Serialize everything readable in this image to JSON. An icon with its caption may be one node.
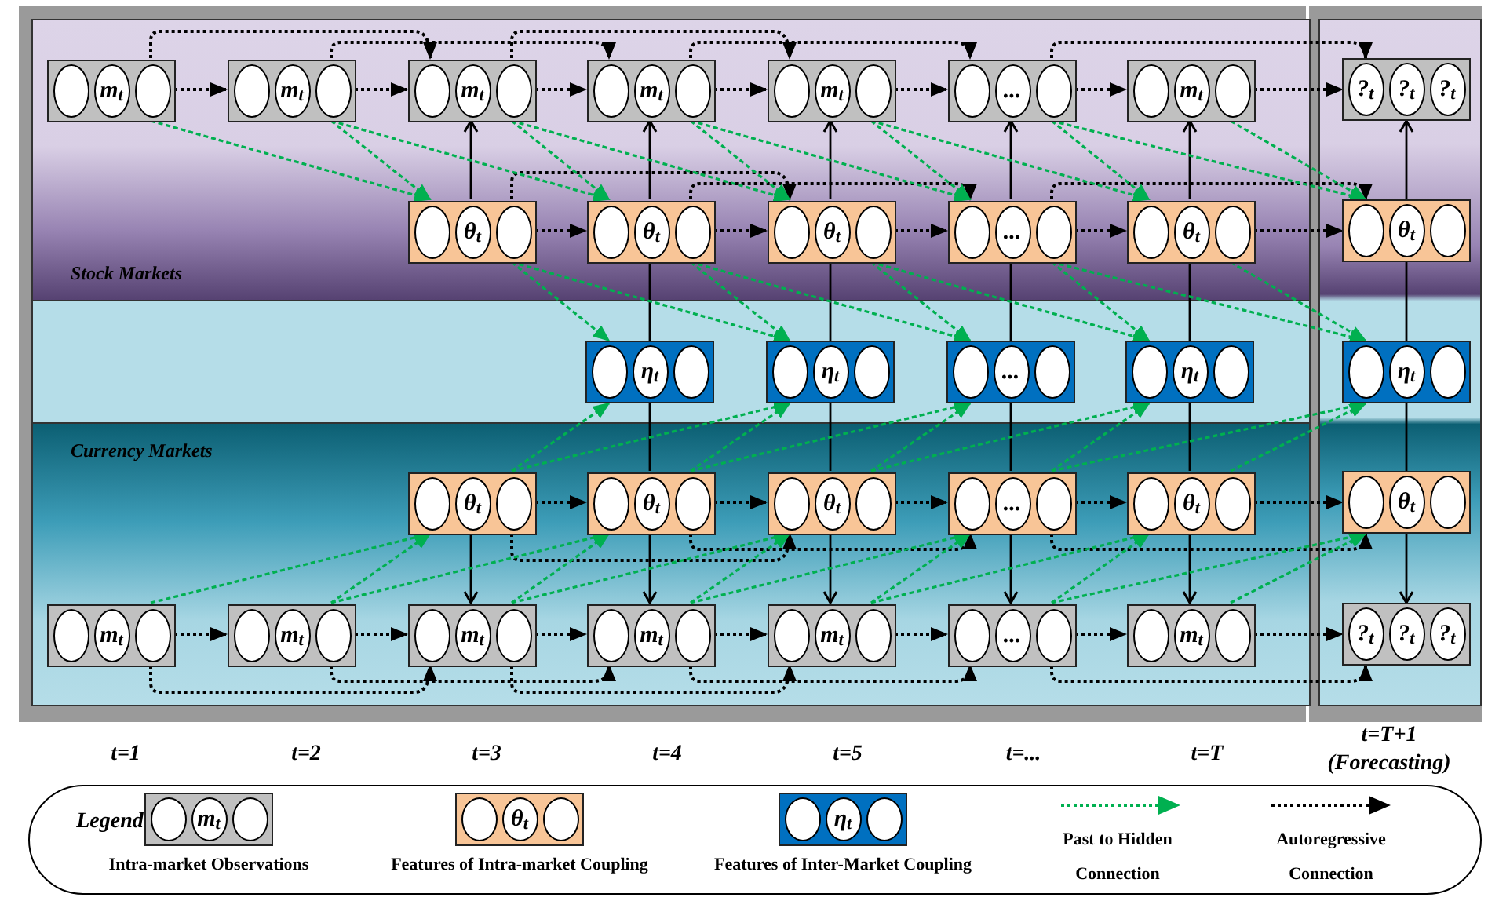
{
  "diagram": {
    "nodes": [
      {
        "text": [
          "Stock Markets"
        ]
      },
      {
        "text": [
          "m$_{t}$"
        ],
        "in": 0
      },
      {
        "text": [
          "m$_{t}$"
        ],
        "in": 0
      },
      {
        "text": [
          "m$_{t}$"
        ],
        "in": 0
      },
      {
        "text": [
          "m$_{t}$"
        ],
        "in": 0
      },
      {
        "text": [
          "m$_{t}$"
        ],
        "in": 0
      },
      {
        "text": [
          "..."
        ],
        "in": 0
      },
      {
        "text": [
          "m$_{t}$"
        ],
        "in": 0
      },
      {
        "text": [
          "?$_{t}$",
          "?$_{t}$",
          "?$_{t}$"
        ]
      },
      {
        "text": [
          "θ$_{t}$"
        ],
        "in": 0
      },
      {
        "text": [
          "θ$_{t}$"
        ],
        "in": 0
      },
      {
        "text": [
          "θ$_{t}$"
        ],
        "in": 0
      },
      {
        "text": [
          "..."
        ],
        "in": 0
      },
      {
        "text": [
          "θ$_{t}$"
        ],
        "in": 0
      },
      {
        "text": [
          "θ$_{t}$"
        ]
      },
      {
        "text": [
          "η$_{t}$"
        ]
      },
      {
        "text": [
          "η$_{t}$"
        ]
      },
      {
        "text": [
          "..."
        ]
      },
      {
        "text": [
          "η$_{t}$"
        ]
      },
      {
        "text": [
          "η$_{t}$"
        ]
      },
      {
        "text": [
          "Currency Markets"
        ]
      },
      {
        "text": [
          "θ$_{t}$"
        ],
        "in": 20
      },
      {
        "text": [
          "θ$_{t}$"
        ],
        "in": 20
      },
      {
        "text": [
          "θ$_{t}$"
        ],
        "in": 20
      },
      {
        "text": [
          "..."
        ],
        "in": 20
      },
      {
        "text": [
          "θ$_{t}$"
        ],
        "in": 20
      },
      {
        "text": [
          "θ$_{t}$"
        ]
      },
      {
        "text": [
          "m$_{t}$"
        ],
        "in": 20
      },
      {
        "text": [
          "m$_{t}$"
        ],
        "in": 20
      },
      {
        "text": [
          "m$_{t}$"
        ],
        "in": 20
      },
      {
        "text": [
          "m$_{t}$"
        ],
        "in": 20
      },
      {
        "text": [
          "m$_{t}$"
        ],
        "in": 20
      },
      {
        "text": [
          "..."
        ],
        "in": 20
      },
      {
        "text": [
          "m$_{t}$"
        ],
        "in": 20
      },
      {
        "text": [
          "?$_{t}$",
          "?$_{t}$",
          "?$_{t}$"
        ]
      }
    ],
    "edges": [
      {
        "from": 1,
        "to": 2,
        "arrow": "to",
        "style": "dashed"
      },
      {
        "from": 2,
        "to": 3,
        "arrow": "to",
        "style": "dashed"
      },
      {
        "from": 3,
        "to": 4,
        "arrow": "to",
        "style": "dashed"
      },
      {
        "from": 4,
        "to": 5,
        "arrow": "to",
        "style": "dashed"
      },
      {
        "from": 5,
        "to": 6,
        "arrow": "to",
        "style": "dashed"
      },
      {
        "from": 6,
        "to": 7,
        "arrow": "to",
        "style": "dashed"
      },
      {
        "from": 7,
        "to": 8,
        "arrow": "to",
        "style": "dashed"
      },
      {
        "from": 1,
        "to": 3,
        "arrow": "to",
        "style": "dashed"
      },
      {
        "from": 2,
        "to": 4,
        "arrow": "to",
        "style": "dashed"
      },
      {
        "from": 3,
        "to": 5,
        "arrow": "to",
        "style": "dashed"
      },
      {
        "from": 4,
        "to": 6,
        "arrow": "to",
        "style": "dashed"
      },
      {
        "from": 6,
        "to": 8,
        "arrow": "to",
        "style": "dashed"
      },
      {
        "from": 9,
        "to": 10,
        "arrow": "to",
        "style": "dashed"
      },
      {
        "from": 10,
        "to": 11,
        "arrow": "to",
        "style": "dashed"
      },
      {
        "from": 11,
        "to": 12,
        "arrow": "to",
        "style": "dashed"
      },
      {
        "from": 12,
        "to": 13,
        "arrow": "to",
        "style": "dashed"
      },
      {
        "from": 13,
        "to": 14,
        "arrow": "to",
        "style": "dashed"
      },
      {
        "from": 9,
        "to": 11,
        "arrow": "to",
        "style": "dashed"
      },
      {
        "from": 10,
        "to": 12,
        "arrow": "to",
        "style": "dashed"
      },
      {
        "from": 12,
        "to": 14,
        "arrow": "to",
        "style": "dashed"
      },
      {
        "from": 21,
        "to": 22,
        "arrow": "to",
        "style": "dashed"
      },
      {
        "from": 22,
        "to": 23,
        "arrow": "to",
        "style": "dashed"
      },
      {
        "from": 23,
        "to": 24,
        "arrow": "to",
        "style": "dashed"
      },
      {
        "from": 24,
        "to": 25,
        "arrow": "to",
        "style": "dashed"
      },
      {
        "from": 25,
        "to": 26,
        "arrow": "to",
        "style": "dashed"
      },
      {
        "from": 21,
        "to": 23,
        "arrow": "to",
        "style": "dashed"
      },
      {
        "from": 22,
        "to": 24,
        "arrow": "to",
        "style": "dashed"
      },
      {
        "from": 24,
        "to": 26,
        "arrow": "to",
        "style": "dashed"
      },
      {
        "from": 27,
        "to": 28,
        "arrow": "to",
        "style": "dashed"
      },
      {
        "from": 28,
        "to": 29,
        "arrow": "to",
        "style": "dashed"
      },
      {
        "from": 29,
        "to": 30,
        "arrow": "to",
        "style": "dashed"
      },
      {
        "from": 30,
        "to": 31,
        "arrow": "to",
        "style": "dashed"
      },
      {
        "from": 31,
        "to": 32,
        "arrow": "to",
        "style": "dashed"
      },
      {
        "from": 32,
        "to": 33,
        "arrow": "to",
        "style": "dashed"
      },
      {
        "from": 33,
        "to": 34,
        "arrow": "to",
        "style": "dashed"
      },
      {
        "from": 27,
        "to": 29,
        "arrow": "to",
        "style": "dashed"
      },
      {
        "from": 28,
        "to": 30,
        "arrow": "to",
        "style": "dashed"
      },
      {
        "from": 29,
        "to": 31,
        "arrow": "to",
        "style": "dashed"
      },
      {
        "from": 30,
        "to": 32,
        "arrow": "to",
        "style": "dashed"
      },
      {
        "from": 32,
        "to": 34,
        "arrow": "to",
        "style": "dashed"
      },
      {
        "from": 9,
        "to": 3,
        "arrow": "to"
      },
      {
        "from": 10,
        "to": 4,
        "arrow": "to"
      },
      {
        "from": 11,
        "to": 5,
        "arrow": "to"
      },
      {
        "from": 12,
        "to": 6,
        "arrow": "to"
      },
      {
        "from": 13,
        "to": 7,
        "arrow": "to"
      },
      {
        "from": 14,
        "to": 8,
        "arrow": "to"
      },
      {
        "from": 15,
        "to": 10,
        "arrow": "none"
      },
      {
        "from": 16,
        "to": 11,
        "arrow": "none"
      },
      {
        "from": 17,
        "to": 12,
        "arrow": "none"
      },
      {
        "from": 18,
        "to": 13,
        "arrow": "none"
      },
      {
        "from": 19,
        "to": 14,
        "arrow": "none"
      },
      {
        "from": 15,
        "to": 22,
        "arrow": "none"
      },
      {
        "from": 16,
        "to": 23,
        "arrow": "none"
      },
      {
        "from": 17,
        "to": 24,
        "arrow": "none"
      },
      {
        "from": 18,
        "to": 25,
        "arrow": "none"
      },
      {
        "from": 19,
        "to": 26,
        "arrow": "none"
      },
      {
        "from": 21,
        "to": 29,
        "arrow": "to"
      },
      {
        "from": 22,
        "to": 30,
        "arrow": "to"
      },
      {
        "from": 23,
        "to": 31,
        "arrow": "to"
      },
      {
        "from": 24,
        "to": 32,
        "arrow": "to"
      },
      {
        "from": 25,
        "to": 33,
        "arrow": "to"
      },
      {
        "from": 26,
        "to": 34,
        "arrow": "to"
      },
      {
        "from": 1,
        "to": 9,
        "arrow": "to",
        "style": "dashed",
        "color": "#00b050"
      },
      {
        "from": 2,
        "to": 9,
        "arrow": "to",
        "style": "dashed",
        "color": "#00b050"
      },
      {
        "from": 2,
        "to": 10,
        "arrow": "to",
        "style": "dashed",
        "color": "#00b050"
      },
      {
        "from": 3,
        "to": 10,
        "arrow": "to",
        "style": "dashed",
        "color": "#00b050"
      },
      {
        "from": 3,
        "to": 11,
        "arrow": "to",
        "style": "dashed",
        "color": "#00b050"
      },
      {
        "from": 4,
        "to": 11,
        "arrow": "to",
        "style": "dashed",
        "color": "#00b050"
      },
      {
        "from": 4,
        "to": 12,
        "arrow": "to",
        "style": "dashed",
        "color": "#00b050"
      },
      {
        "from": 5,
        "to": 12,
        "arrow": "to",
        "style": "dashed",
        "color": "#00b050"
      },
      {
        "from": 5,
        "to": 13,
        "arrow": "to",
        "style": "dashed",
        "color": "#00b050"
      },
      {
        "from": 6,
        "to": 13,
        "arrow": "to",
        "style": "dashed",
        "color": "#00b050"
      },
      {
        "from": 6,
        "to": 14,
        "arrow": "to",
        "style": "dashed",
        "color": "#00b050"
      },
      {
        "from": 7,
        "to": 14,
        "arrow": "to",
        "style": "dashed",
        "color": "#00b050"
      },
      {
        "from": 9,
        "to": 15,
        "arrow": "to",
        "style": "dashed",
        "color": "#00b050"
      },
      {
        "from": 9,
        "to": 16,
        "arrow": "to",
        "style": "dashed",
        "color": "#00b050"
      },
      {
        "from": 10,
        "to": 16,
        "arrow": "to",
        "style": "dashed",
        "color": "#00b050"
      },
      {
        "from": 10,
        "to": 17,
        "arrow": "to",
        "style": "dashed",
        "color": "#00b050"
      },
      {
        "from": 11,
        "to": 17,
        "arrow": "to",
        "style": "dashed",
        "color": "#00b050"
      },
      {
        "from": 11,
        "to": 18,
        "arrow": "to",
        "style": "dashed",
        "color": "#00b050"
      },
      {
        "from": 12,
        "to": 18,
        "arrow": "to",
        "style": "dashed",
        "color": "#00b050"
      },
      {
        "from": 12,
        "to": 19,
        "arrow": "to",
        "style": "dashed",
        "color": "#00b050"
      },
      {
        "from": 13,
        "to": 19,
        "arrow": "to",
        "style": "dashed",
        "color": "#00b050"
      },
      {
        "from": 27,
        "to": 21,
        "arrow": "to",
        "style": "dashed",
        "color": "#00b050"
      },
      {
        "from": 28,
        "to": 21,
        "arrow": "to",
        "style": "dashed",
        "color": "#00b050"
      },
      {
        "from": 28,
        "to": 22,
        "arrow": "to",
        "style": "dashed",
        "color": "#00b050"
      },
      {
        "from": 29,
        "to": 22,
        "arrow": "to",
        "style": "dashed",
        "color": "#00b050"
      },
      {
        "from": 29,
        "to": 23,
        "arrow": "to",
        "style": "dashed",
        "color": "#00b050"
      },
      {
        "from": 30,
        "to": 23,
        "arrow": "to",
        "style": "dashed",
        "color": "#00b050"
      },
      {
        "from": 30,
        "to": 24,
        "arrow": "to",
        "style": "dashed",
        "color": "#00b050"
      },
      {
        "from": 31,
        "to": 24,
        "arrow": "to",
        "style": "dashed",
        "color": "#00b050"
      },
      {
        "from": 31,
        "to": 25,
        "arrow": "to",
        "style": "dashed",
        "color": "#00b050"
      },
      {
        "from": 32,
        "to": 25,
        "arrow": "to",
        "style": "dashed",
        "color": "#00b050"
      },
      {
        "from": 32,
        "to": 26,
        "arrow": "to",
        "style": "dashed",
        "color": "#00b050"
      },
      {
        "from": 33,
        "to": 26,
        "arrow": "to",
        "style": "dashed",
        "color": "#00b050"
      },
      {
        "from": 21,
        "to": 15,
        "arrow": "to",
        "style": "dashed",
        "color": "#00b050"
      },
      {
        "from": 21,
        "to": 16,
        "arrow": "to",
        "style": "dashed",
        "color": "#00b050"
      },
      {
        "from": 22,
        "to": 16,
        "arrow": "to",
        "style": "dashed",
        "color": "#00b050"
      },
      {
        "from": 22,
        "to": 17,
        "arrow": "to",
        "style": "dashed",
        "color": "#00b050"
      },
      {
        "from": 23,
        "to": 17,
        "arrow": "to",
        "style": "dashed",
        "color": "#00b050"
      },
      {
        "from": 23,
        "to": 18,
        "arrow": "to",
        "style": "dashed",
        "color": "#00b050"
      },
      {
        "from": 24,
        "to": 18,
        "arrow": "to",
        "style": "dashed",
        "color": "#00b050"
      },
      {
        "from": 24,
        "to": 19,
        "arrow": "to",
        "style": "dashed",
        "color": "#00b050"
      },
      {
        "from": 25,
        "to": 19,
        "arrow": "to",
        "style": "dashed",
        "color": "#00b050"
      }
    ],
    "labels": [
      "t=1",
      "t=2",
      "t=3",
      "t=4",
      "t=5",
      "t=...",
      "t=T",
      "t=T+1",
      "(Forecasting)",
      "Legend",
      "m$_{t}$",
      "θ$_{t}$",
      "η$_{t}$"
    ],
    "legend": [
      {
        "text": "Intra-market Observations",
        "color": "#c0c0c0"
      },
      {
        "text": "Features of Intra-market Coupling",
        "color": "#f8c597"
      },
      {
        "text": "Features of Inter-Market Coupling",
        "color": "#0070c0"
      },
      {
        "text": "Past to Hidden Connection"
      },
      {
        "text": "Autoregressive Connection"
      }
    ]
  }
}
